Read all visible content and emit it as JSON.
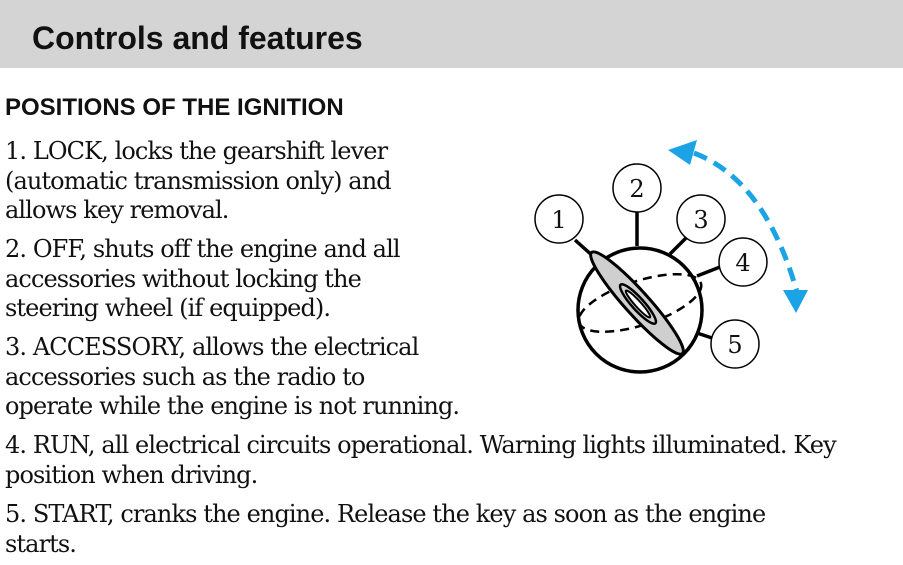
{
  "header": {
    "title": "Controls and features"
  },
  "section": {
    "heading": "POSITIONS OF THE IGNITION",
    "items": [
      "1. LOCK, locks the gearshift lever\n(automatic transmission only) and\nallows key removal.",
      "2. OFF, shuts off the engine and all\naccessories without locking the\nsteering wheel (if equipped).",
      "3. ACCESSORY, allows the electrical\naccessories such as the radio to\noperate while the engine is not running.",
      "4. RUN, all electrical circuits operational. Warning lights illuminated. Key\nposition when driving.",
      "5. START, cranks the engine. Release the key as soon as the engine\nstarts."
    ]
  },
  "diagram": {
    "labels": [
      "1",
      "2",
      "3",
      "4",
      "5"
    ],
    "arrow_color": "#1ba3e6"
  }
}
